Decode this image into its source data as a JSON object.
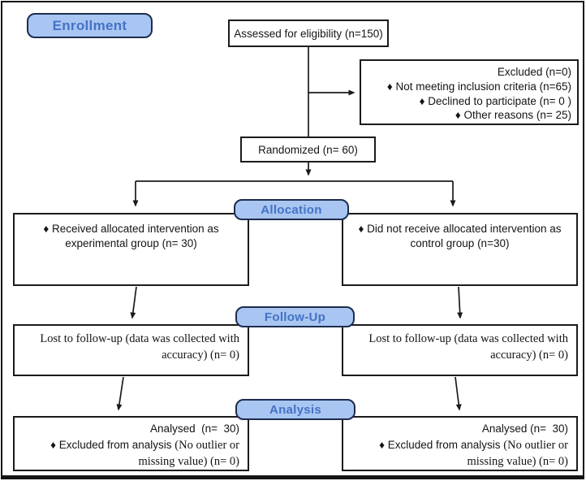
{
  "stages": {
    "enrollment": "Enrollment",
    "allocation": "Allocation",
    "followup": "Follow-Up",
    "analysis": "Analysis"
  },
  "boxes": {
    "assessed": "Assessed for eligibility (n=150)",
    "excluded": {
      "title": "Excluded (n=0)",
      "items": [
        "♦ Not meeting inclusion criteria (n=65)",
        "♦ Declined to participate (n= 0 )",
        "♦ Other reasons (n= 25)"
      ]
    },
    "randomized": "Randomized (n= 60)",
    "allocation_left": "♦ Received allocated intervention as experimental group (n= 30)",
    "allocation_right": "♦ Did not receive allocated intervention as control group (n=30)",
    "followup_left": "Lost to follow-up (data was collected with accuracy) (n= 0)",
    "followup_right": "Lost to follow-up (data was collected with accuracy) (n= 0)",
    "analysis_left": {
      "line1": "Analysed  (n=  30)",
      "bullet": "♦ Excluded from analysis ",
      "tail": "(No outlier or missing value) (n= 0)"
    },
    "analysis_right": {
      "line1": "Analysed (n=  30)",
      "bullet": "♦ Excluded from analysis ",
      "tail": "(No outlier or missing value) (n= 0)"
    }
  },
  "colors": {
    "stage_fill": "#a9c6f2",
    "stage_border": "#1d2c4e",
    "stage_text": "#4472c4",
    "box_border": "#1b1b1b",
    "line": "#1a1a1a",
    "background": "#ffffff"
  }
}
